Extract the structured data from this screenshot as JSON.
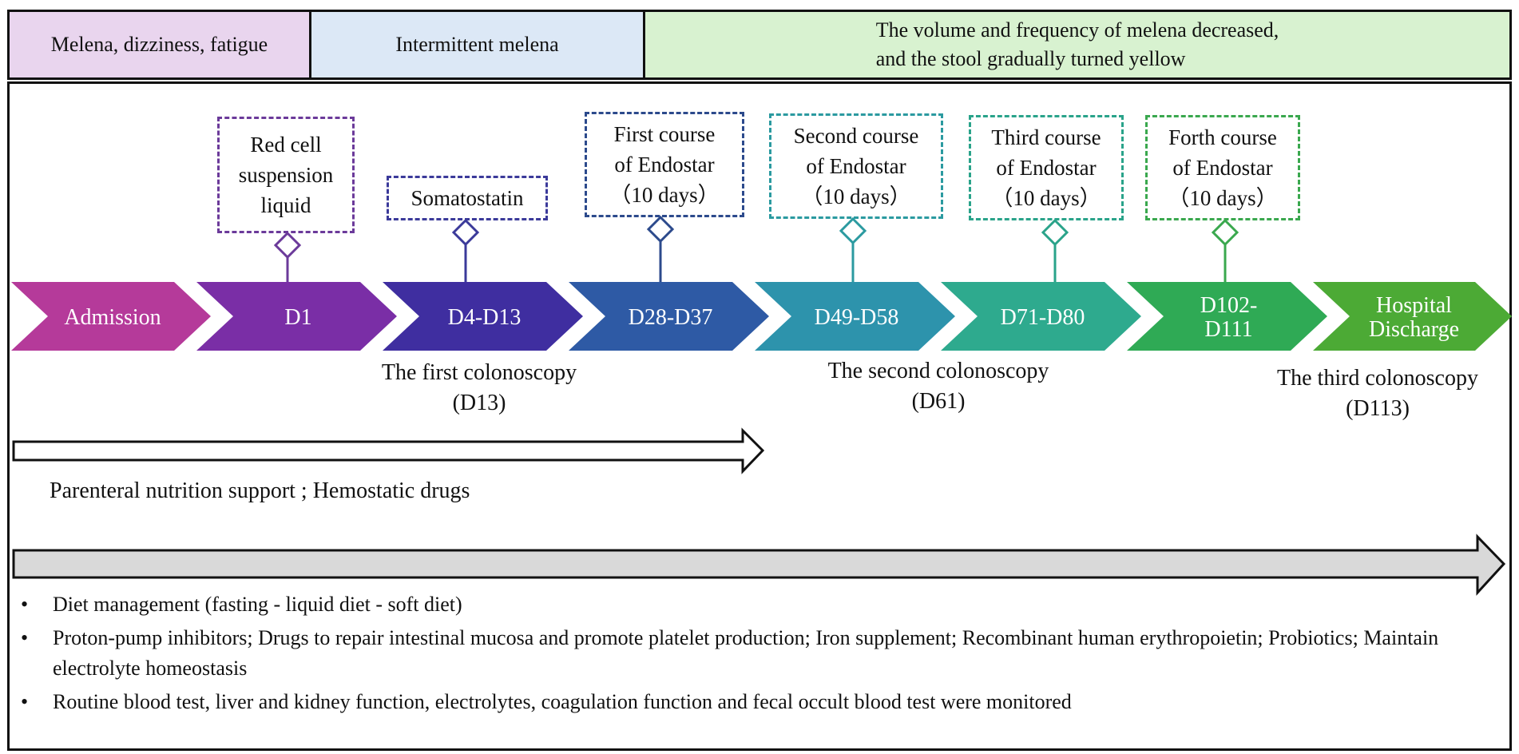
{
  "phases": [
    {
      "text": "Melena, dizziness, fatigue",
      "color": "#e9d5ee"
    },
    {
      "text": "Intermittent melena",
      "color": "#dce8f6"
    },
    {
      "text": "The volume and frequency of melena decreased,\nand the stool gradually turned yellow",
      "color": "#d8f2d0"
    }
  ],
  "interventions": [
    {
      "text": "Red cell\nsuspension\nliquid",
      "color": "#6b3a9a"
    },
    {
      "text": "Somatostatin",
      "color": "#3b3a9a"
    },
    {
      "text": "First course\nof Endostar\n（10 days）",
      "color": "#2c4a8c"
    },
    {
      "text": "Second course\nof Endostar\n（10 days）",
      "color": "#2b9aa0"
    },
    {
      "text": "Third course\nof Endostar\n（10 days）",
      "color": "#2aa38a"
    },
    {
      "text": "Forth course\nof Endostar\n（10 days）",
      "color": "#3aa84e"
    }
  ],
  "timeline": [
    {
      "label": "Admission",
      "color": "#b53a9a"
    },
    {
      "label": "D1",
      "color": "#7a2ea6"
    },
    {
      "label": "D4-D13",
      "color": "#3f2ea0"
    },
    {
      "label": "D28-D37",
      "color": "#2e5aa5"
    },
    {
      "label": "D49-D58",
      "color": "#2d93ac"
    },
    {
      "label": "D71-D80",
      "color": "#2eaa8e"
    },
    {
      "label": "D102-\nD111",
      "color": "#2faa55"
    },
    {
      "label": "Hospital\nDischarge",
      "color": "#4caa35"
    }
  ],
  "colonoscopies": [
    {
      "text": "The first colonoscopy\n(D13)"
    },
    {
      "text": "The second colonoscopy\n(D61)"
    },
    {
      "text": "The third colonoscopy\n(D113)"
    }
  ],
  "short_therapy": {
    "text": "Parenteral nutrition support ; Hemostatic drugs"
  },
  "long_therapy": {
    "fill": "#d9d9d9",
    "items": [
      "Diet management (fasting - liquid diet - soft diet)",
      "Proton-pump inhibitors; Drugs to repair intestinal mucosa and promote platelet production; Iron supplement; Recombinant human erythropoietin; Probiotics; Maintain electrolyte homeostasis",
      "Routine blood test, liver and kidney function, electrolytes, coagulation function and fecal occult blood test were monitored"
    ]
  }
}
